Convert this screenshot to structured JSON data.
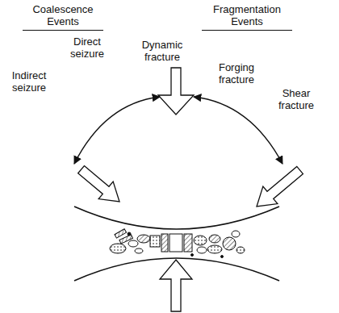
{
  "diagram": {
    "labels": [
      "Coalescence Events",
      "Fragmentation Events",
      "Direct seizure",
      "Indirect seizure",
      "Dynamic fracture",
      "Forging fracture",
      "Shear fracture"
    ]
  }
}
